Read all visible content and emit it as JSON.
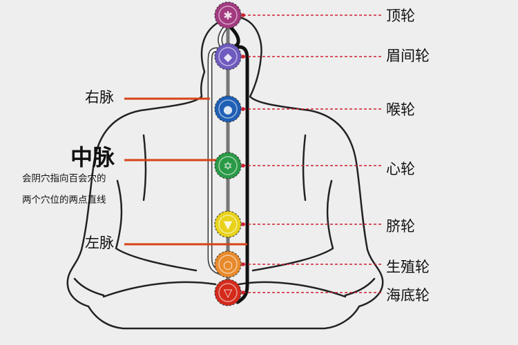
{
  "chakras": [
    {
      "label": "顶轮",
      "color": "#a23a80",
      "glyph": "✱"
    },
    {
      "label": "眉间轮",
      "color": "#6f5bbf",
      "glyph": "◆"
    },
    {
      "label": "喉轮",
      "color": "#1f5fb5",
      "glyph": "●"
    },
    {
      "label": "心轮",
      "color": "#2a9a46",
      "glyph": "✡"
    },
    {
      "label": "脐轮",
      "color": "#e8d21c",
      "glyph": "▼"
    },
    {
      "label": "生殖轮",
      "color": "#e88a2b",
      "glyph": "○"
    },
    {
      "label": "海底轮",
      "color": "#d42a1c",
      "glyph": "▽"
    }
  ],
  "channels": {
    "right": "右脉",
    "central": "中脉",
    "left": "左脉",
    "central_note_line1": "会阴穴指向百会穴的",
    "central_note_line2": "两个穴位的两点直线"
  },
  "colors": {
    "pointer_line": "#d64218",
    "chakra_dashed": "#cc1f2e",
    "dot": "#cc1f2e",
    "outline": "#222222"
  }
}
